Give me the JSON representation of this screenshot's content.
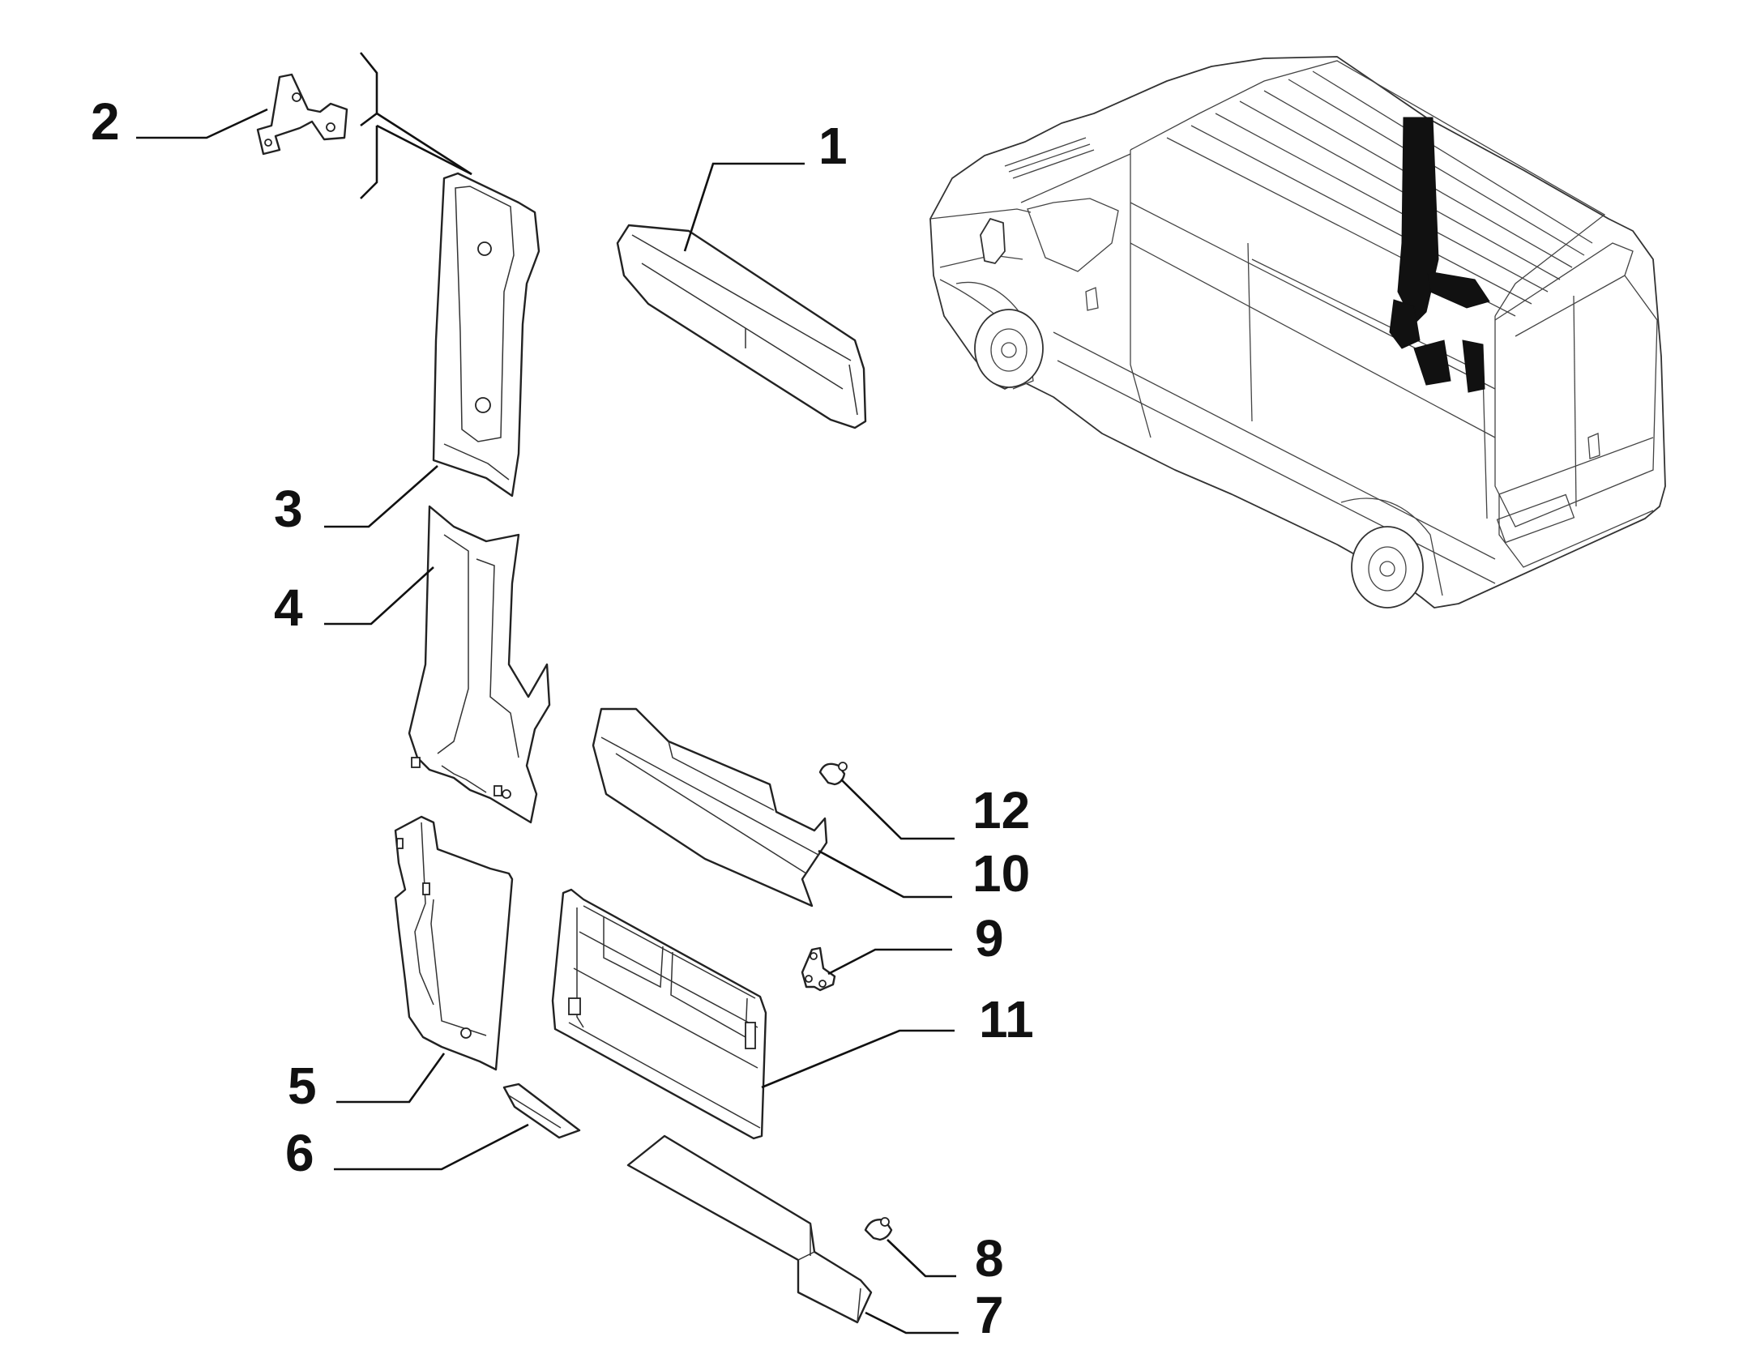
{
  "diagram": {
    "callouts": [
      {
        "id": "1",
        "label": "1"
      },
      {
        "id": "2",
        "label": "2"
      },
      {
        "id": "3",
        "label": "3"
      },
      {
        "id": "4",
        "label": "4"
      },
      {
        "id": "5",
        "label": "5"
      },
      {
        "id": "6",
        "label": "6"
      },
      {
        "id": "7",
        "label": "7"
      },
      {
        "id": "8",
        "label": "8"
      },
      {
        "id": "9",
        "label": "9"
      },
      {
        "id": "10",
        "label": "10"
      },
      {
        "id": "11",
        "label": "11"
      },
      {
        "id": "12",
        "label": "12"
      }
    ],
    "colors": {
      "line": "#111111",
      "background": "#ffffff",
      "highlight": "#111111"
    }
  }
}
